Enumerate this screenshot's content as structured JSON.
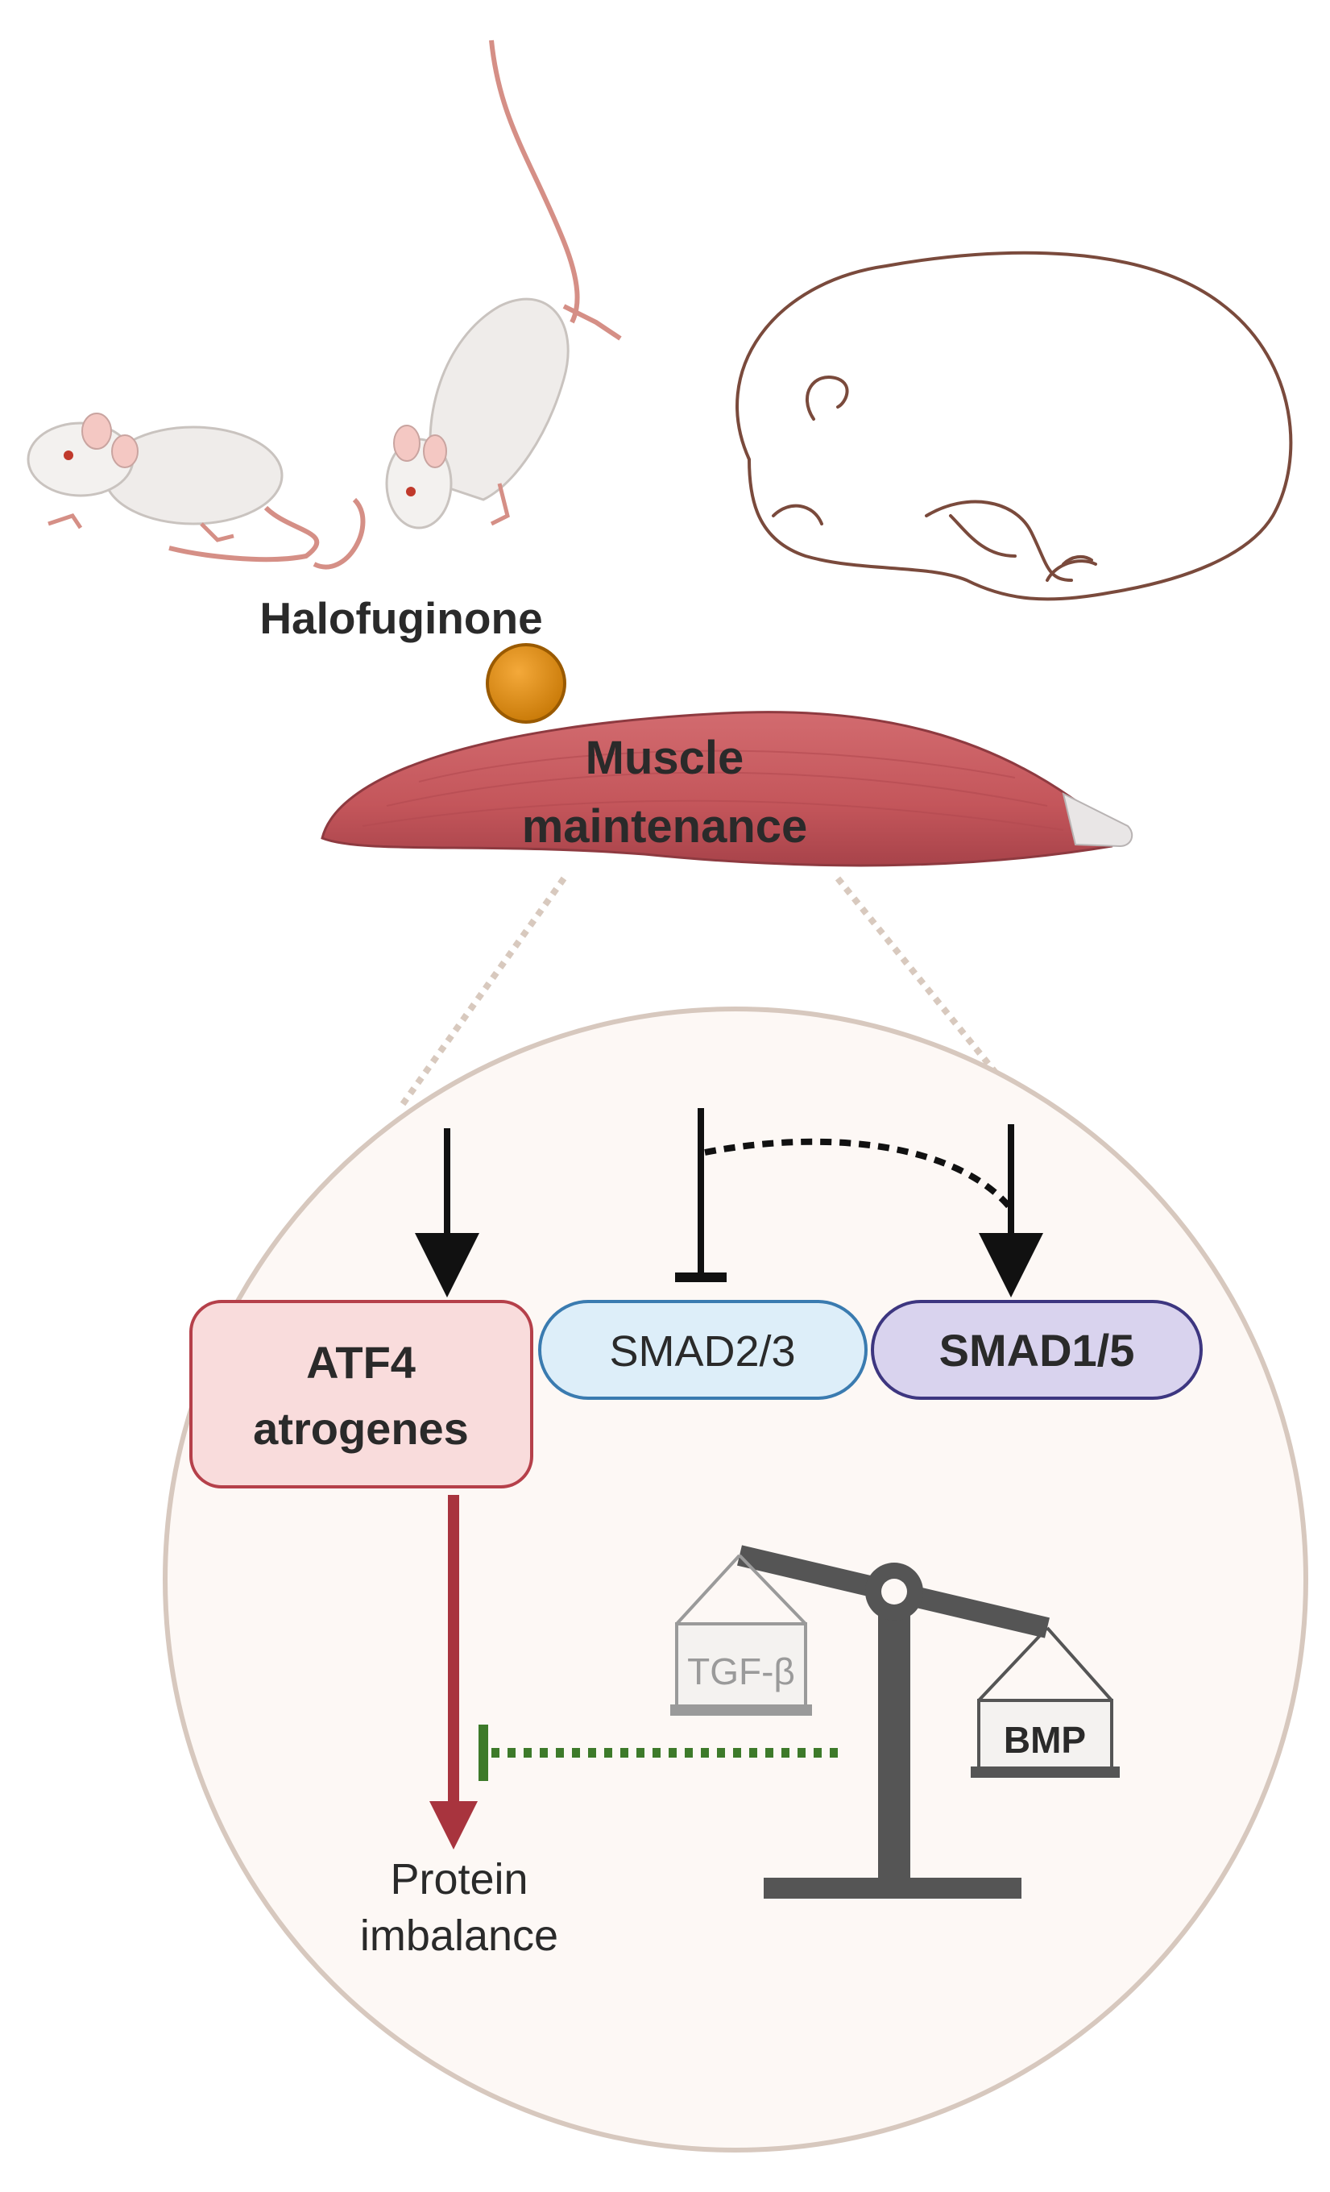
{
  "labels": {
    "drug": "Halofuginone",
    "muscle_line1": "Muscle",
    "muscle_line2": "maintenance",
    "atf4_line1": "ATF4",
    "atf4_line2": "atrogenes",
    "smad23": "SMAD2/3",
    "smad15": "SMAD1/5",
    "tgfb": "TGF-β",
    "bmp": "BMP",
    "outcome_line1": "Protein",
    "outcome_line2": "imbalance"
  },
  "colors": {
    "muscle": "#c4565b",
    "muscle_dark": "#a8434a",
    "drug": "#d98a10",
    "atf4_fill": "#f9dcdc",
    "atf4_stroke": "#b5404a",
    "smad23_fill": "#ddeef9",
    "smad23_stroke": "#3a7bb0",
    "smad15_fill": "#d9d3ee",
    "smad15_stroke": "#3d3680",
    "circle_fill": "#fdf8f5",
    "circle_stroke": "#d7c8be",
    "inhibit_green": "#3d7a2a",
    "scale": "#555555",
    "hibernator_line": "#7a4a3c"
  }
}
